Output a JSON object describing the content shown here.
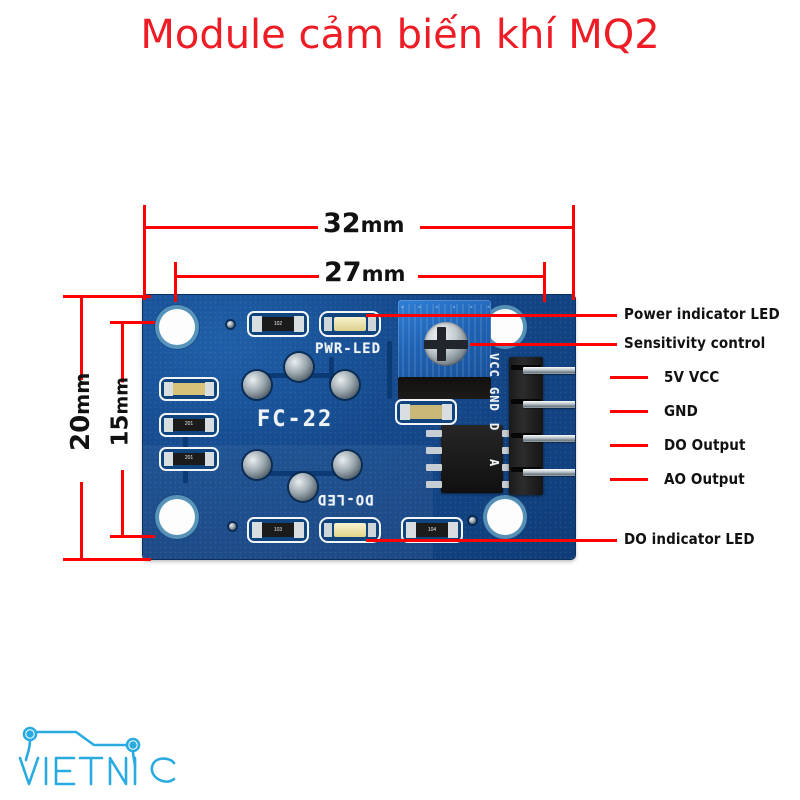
{
  "title": "Module cảm biến khí MQ2",
  "colors": {
    "title_red": "#ee1c25",
    "dimension_red": "#ff0000",
    "callout_text": "#111111",
    "pcb_blue": "#15498c",
    "logo_cyan": "#29abe2"
  },
  "dimensions": {
    "width_outer": {
      "label": "32",
      "unit": "mm"
    },
    "width_inner": {
      "label": "27",
      "unit": "mm"
    },
    "height_outer": {
      "label": "20",
      "unit": "mm"
    },
    "height_inner": {
      "label": "15",
      "unit": "mm"
    }
  },
  "callouts": [
    {
      "id": "power-indicator-led",
      "label": "Power indicator LED"
    },
    {
      "id": "sensitivity-control",
      "label": "Sensitivity control"
    },
    {
      "id": "vcc",
      "label": "5V VCC"
    },
    {
      "id": "gnd",
      "label": "GND"
    },
    {
      "id": "do-output",
      "label": "DO Output"
    },
    {
      "id": "ao-output",
      "label": "AO Output"
    },
    {
      "id": "do-indicator-led",
      "label": "DO indicator LED"
    }
  ],
  "board": {
    "silkscreen": {
      "part_number": "FC-22",
      "pwr_led": "PWR-LED",
      "do_led": "DO-LED"
    },
    "pin_labels": [
      "VCC",
      "GND",
      "D",
      "A"
    ],
    "component_codes": {
      "r1": "102",
      "r2": "201",
      "r3": "201",
      "r4": "103",
      "r5": "104"
    }
  },
  "watermark": {
    "brand": "VIETNIC"
  }
}
